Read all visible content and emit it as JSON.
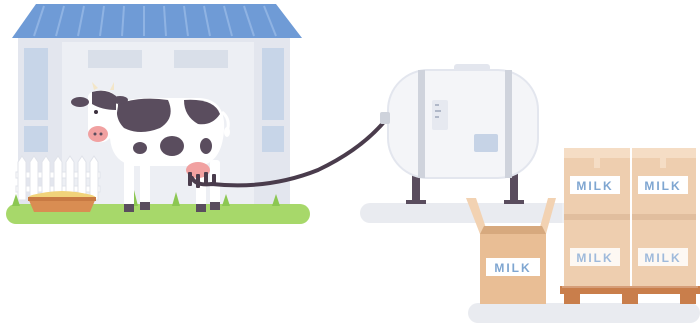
{
  "colors": {
    "roof": "#6f9bd6",
    "roof_line": "#8fb3e3",
    "barn_wall": "#e3e6ee",
    "barn_trim": "#f3f4f8",
    "window": "#c7d5e8",
    "grass": "#a7d86a",
    "ground_shadow": "#e9ebf0",
    "cow_white": "#ffffff",
    "cow_spot": "#5a4d5e",
    "udder": "#f1a1a1",
    "hose": "#4a3c4c",
    "tank": "#f4f5f8",
    "tank_band": "#cfd3dc",
    "tank_screen": "#c6d3e6",
    "box_cardboard": "#e9be95",
    "box_flap": "#f2d2b2",
    "box_shadow": "#d7a97e",
    "pallet": "#c97e4b",
    "label_bg": "#ffffff",
    "label_text": "#7fa6d1",
    "hay": "#f1d37a",
    "trough": "#d98d52"
  },
  "labels": {
    "open_box": "MILK",
    "stack_top_left": "MILK",
    "stack_top_right": "MILK",
    "stack_bottom_left": "MILK",
    "stack_bottom_right": "MILK"
  },
  "icons": [
    "barn-icon",
    "cow-icon",
    "milk-tank-icon",
    "cardboard-box-icon",
    "pallet-icon",
    "hay-trough-icon",
    "fence-icon"
  ]
}
